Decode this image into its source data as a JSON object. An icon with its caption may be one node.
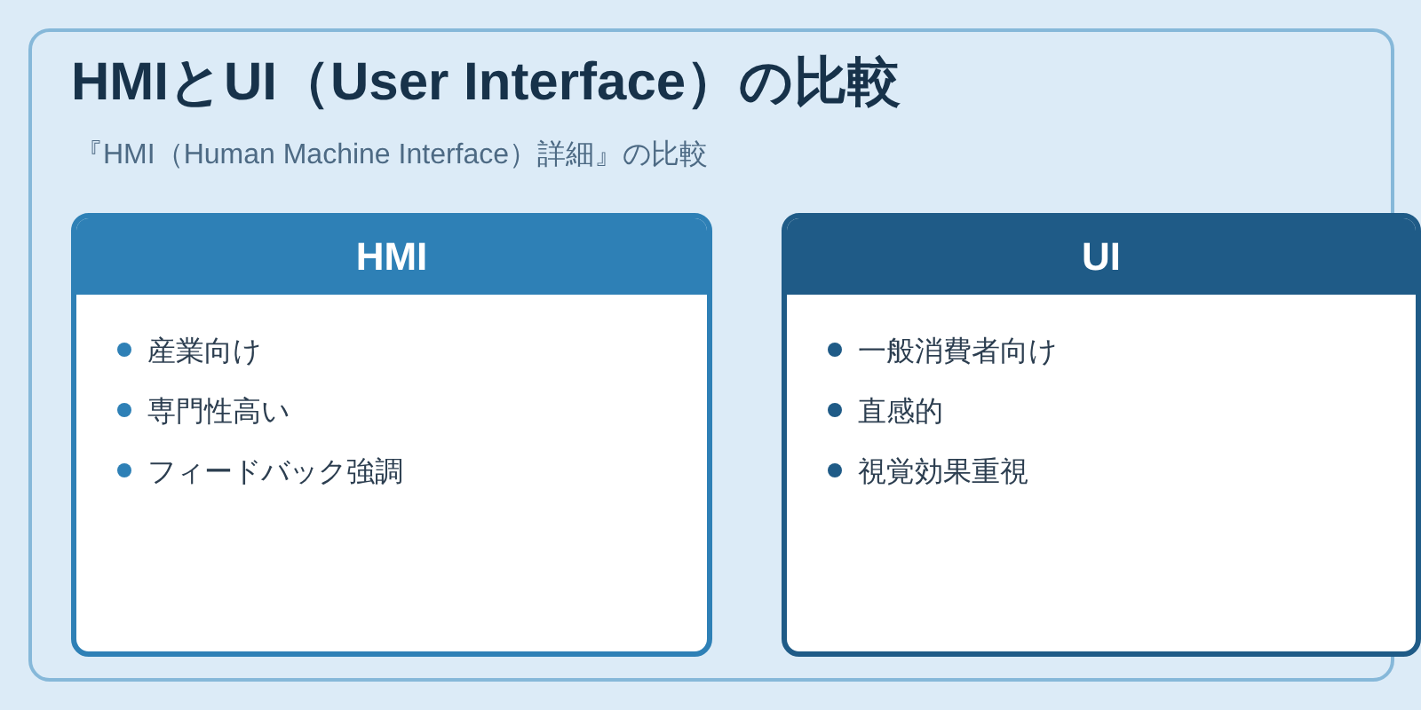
{
  "diagram": {
    "title": "HMIとUI（User Interface）の比較",
    "nodes": [
      {
        "text": [
          "『HMI（Human Machine Interface）詳細』の比較"
        ]
      },
      {
        "text": [
          "HMI",
          "産業向け",
          "専門性高い",
          "フィードバック強調"
        ],
        "in": 0
      },
      {
        "text": [
          "UI",
          "一般消費者向け",
          "直感的",
          "視覚効果重視"
        ],
        "in": 0
      }
    ]
  }
}
